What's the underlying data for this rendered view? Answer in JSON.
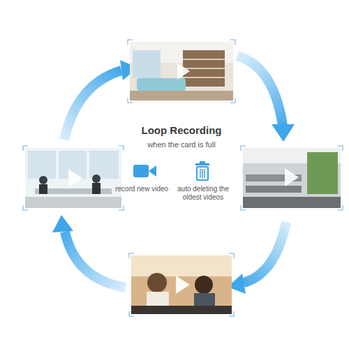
{
  "diagram": {
    "title": "Loop Recording",
    "labels": [
      "when the card is full",
      "record new video",
      "auto deleting the oldest videos"
    ]
  }
}
